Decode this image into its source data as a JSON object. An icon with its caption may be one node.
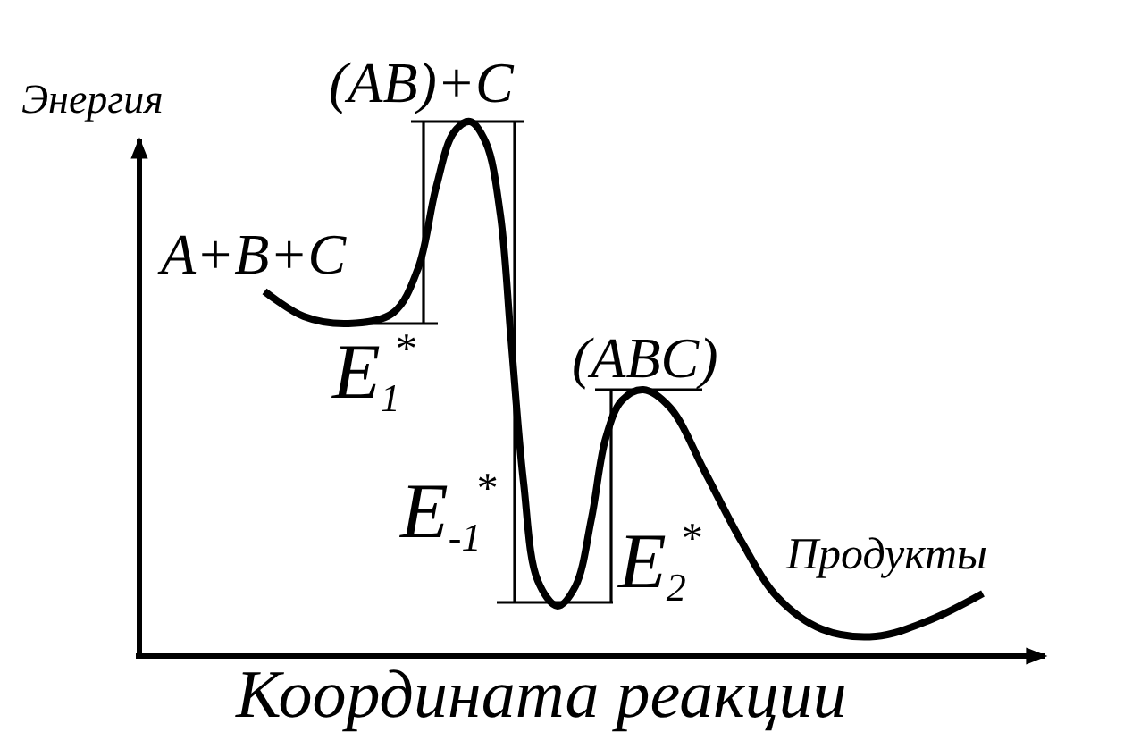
{
  "diagram": {
    "labels": [
      "Энергия",
      "(AB)+C",
      "A+B+C",
      "E$_{1}$$^{*}$",
      "(ABC)",
      "E$_{-1}$$^{*}$",
      "E$_{2}$$^{*}$",
      "Продукты",
      "Координата реакции"
    ]
  }
}
